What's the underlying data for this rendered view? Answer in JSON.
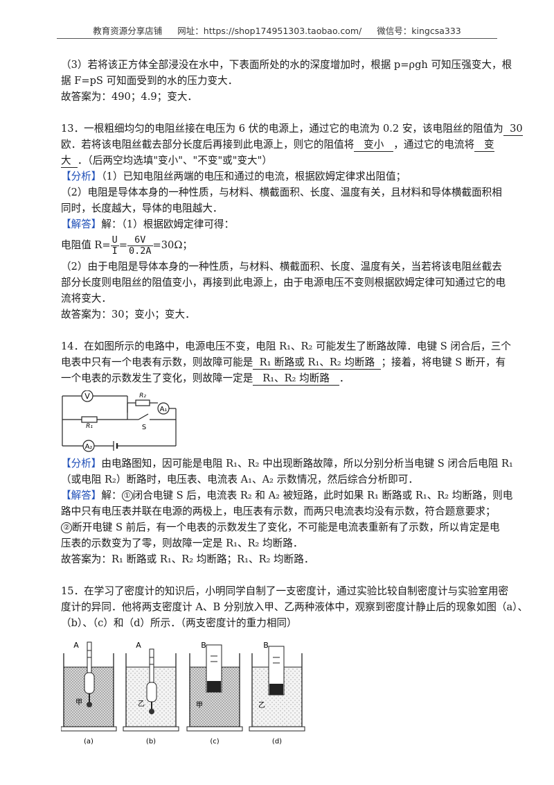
{
  "header": {
    "shop": "教育资源分享店铺",
    "url": "网址：https://shop174951303.taobao.com/",
    "wechat": "微信号：kingcsa333"
  },
  "q12": {
    "l1": "（3）若将该正方体全部浸没在水中，下表面所处的水的深度增加时，根据 p=ρgh 可知压强变大，根",
    "l2": "据 F=pS 可知面受到的水的压力变大．",
    "ans": "故答案为：490；4.9；变大．"
  },
  "q13": {
    "l1a": "13．一根粗细均匀的电阻丝接在电压为 6 伏的电源上，通过它的电流为 0.2 安，该电阻丝的阻值为",
    "blank1": "30",
    "l2a": "欧．若将该电阻丝截去部分长度后再接到此电源上，则它的阻值将",
    "blank2": "变小",
    "l2b": "，通过它的电流将",
    "blank3a": "变",
    "blank3b": "大",
    "l3b": "．（后两空均选填\"变小\"、\"不变\"或\"变大\"）",
    "tag_analysis": "【分析】",
    "a1": "（1）已知电阻丝两端的电压和通过的电流，根据欧姆定律求出阻值；",
    "a2": "（2）电阻是导体本身的一种性质，与材料、横截面积、长度、温度有关，且材料和导体横截面积相",
    "a3": "同时，长度越大，导体的电阻越大．",
    "tag_answer": "【解答】",
    "s1": "解：（1）根据欧姆定律可得：",
    "s2a": "电阻值 R=",
    "f1t": "U",
    "f1b": "I",
    "s2b": "=",
    "f2t": "6V",
    "f2b": "0.2A",
    "s2c": "=30Ω；",
    "s3": "（2）由于电阻是导体本身的一种性质，与材料、横截面积、长度、温度有关，当若将该电阻丝截去",
    "s4": "部分长度则电阻丝的阻值变小，再接到此电源上，由于电源电压不变则根据欧姆定律可知通过它的电",
    "s5": "流将变大．",
    "ans": "故答案为：30；变小；变大．"
  },
  "q14": {
    "l1": "14．在如图所示的电路中，电源电压不变，电阻 R₁、R₂ 可能发生了断路故障．电键 S 闭合后，三个",
    "l2a": "电表中只有一个电表有示数，则故障可能是",
    "blank1": "R₁ 断路或 R₁、R₂ 均断路",
    "l2b": "；接着，将电键 S 断开，有",
    "l3a": "一个电表的示数发生了变化，则故障一定是",
    "blank2": "R₁、R₂ 均断路",
    "l3b": "．",
    "circuit": {
      "V": "V",
      "A1": "A₁",
      "A2": "A₂",
      "R1": "R₁",
      "R2": "R₂",
      "S": "S"
    },
    "tag_analysis": "【分析】",
    "a1": "由电路图知，因可能是电阻 R₁、R₂ 中出现断路故障，所以分别分析当电键 S 闭合后电阻 R₁",
    "a2": "（或电阻 R₂）断路时，电压表、电流表 A₁、A₂ 示数情况，然后综合分析即可．",
    "tag_answer": "【解答】",
    "c1": "①",
    "c2": "②",
    "s1a": "解：",
    "s1b": "闭合电键 S 后，电流表 R₂ 和 A₂ 被短路，此时如果 R₁ 断路或 R₁、R₂ 均断路，则电",
    "s2": "路中只有电压表并联在电源的两极上，电压表有示数，而两只电流表均没有示数，符合题意要求；",
    "s3": "断开电键 S 前后，有一个电表的示数发生了变化，不可能是电流表重新有了示数，所以肯定是电",
    "s4": "压表的示数变为了零，则故障一定是 R₁、R₂ 均断路．",
    "ans": "故答案为：R₁ 断路或 R₁、R₂ 均断路；R₁、R₂ 均断路．"
  },
  "q15": {
    "l1": "15．在学习了密度计的知识后，小明同学自制了一支密度计，通过实验比较自制密度计与实验室用密",
    "l2": "度计的异同．他将两支密度计 A、B 分别放入甲、乙两种液体中，观察到密度计静止后的现象如图（a）、",
    "l3": "（b）、（c）和（d）所示．（两支密度计的重力相同）",
    "figure": {
      "a": {
        "top": "A",
        "liquid": "甲",
        "caption": "(a)"
      },
      "b": {
        "top": "A",
        "liquid": "乙",
        "caption": "(b)"
      },
      "c": {
        "top": "B",
        "liquid": "甲",
        "caption": "(c)"
      },
      "d": {
        "top": "B",
        "liquid": "乙",
        "caption": "(d)"
      }
    }
  }
}
